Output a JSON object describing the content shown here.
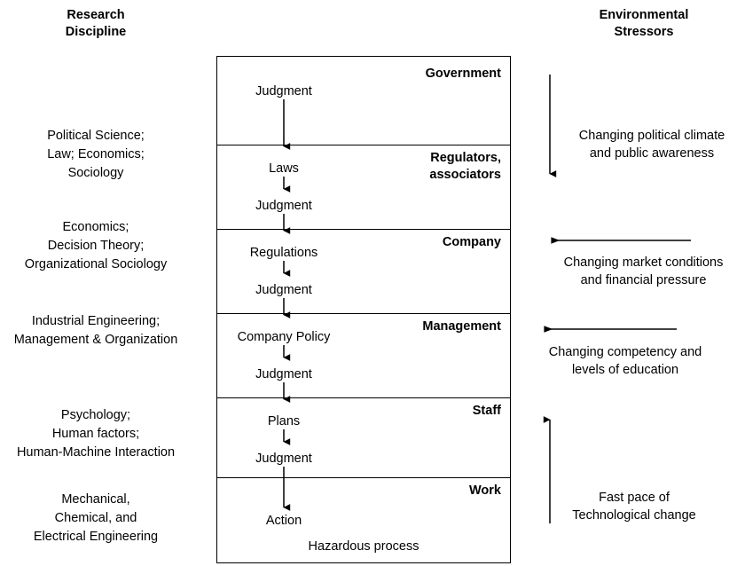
{
  "headers": {
    "left": "Research\nDiscipline",
    "right": "Environmental\nStressors"
  },
  "disciplines": [
    {
      "text": "Political Science;\nLaw; Economics;\nSociology"
    },
    {
      "text": "Economics;\nDecision Theory;\nOrganizational Sociology"
    },
    {
      "text": "Industrial Engineering;\nManagement & Organization"
    },
    {
      "text": "Psychology;\nHuman factors;\nHuman-Machine Interaction"
    },
    {
      "text": "Mechanical,\nChemical, and\nElectrical Engineering"
    }
  ],
  "levels": [
    {
      "title": "Government"
    },
    {
      "title": "Regulators,\nassociators"
    },
    {
      "title": "Company"
    },
    {
      "title": "Management"
    },
    {
      "title": "Staff"
    },
    {
      "title": "Work"
    }
  ],
  "flow_labels": [
    {
      "text": "Judgment"
    },
    {
      "text": "Laws"
    },
    {
      "text": "Judgment"
    },
    {
      "text": "Regulations"
    },
    {
      "text": "Judgment"
    },
    {
      "text": "Company Policy"
    },
    {
      "text": "Judgment"
    },
    {
      "text": "Plans"
    },
    {
      "text": "Judgment"
    },
    {
      "text": "Action"
    }
  ],
  "hazard_label": "Hazardous process",
  "stressors": [
    {
      "caption": "Changing political climate\nand public awareness",
      "direction": "down"
    },
    {
      "caption": "Changing market conditions\nand financial pressure",
      "direction": "left"
    },
    {
      "caption": "Changing competency and\nlevels of education",
      "direction": "left"
    },
    {
      "caption": "Fast pace of\nTechnological change",
      "direction": "up"
    }
  ],
  "colors": {
    "ink": "#000000",
    "background": "#ffffff"
  }
}
